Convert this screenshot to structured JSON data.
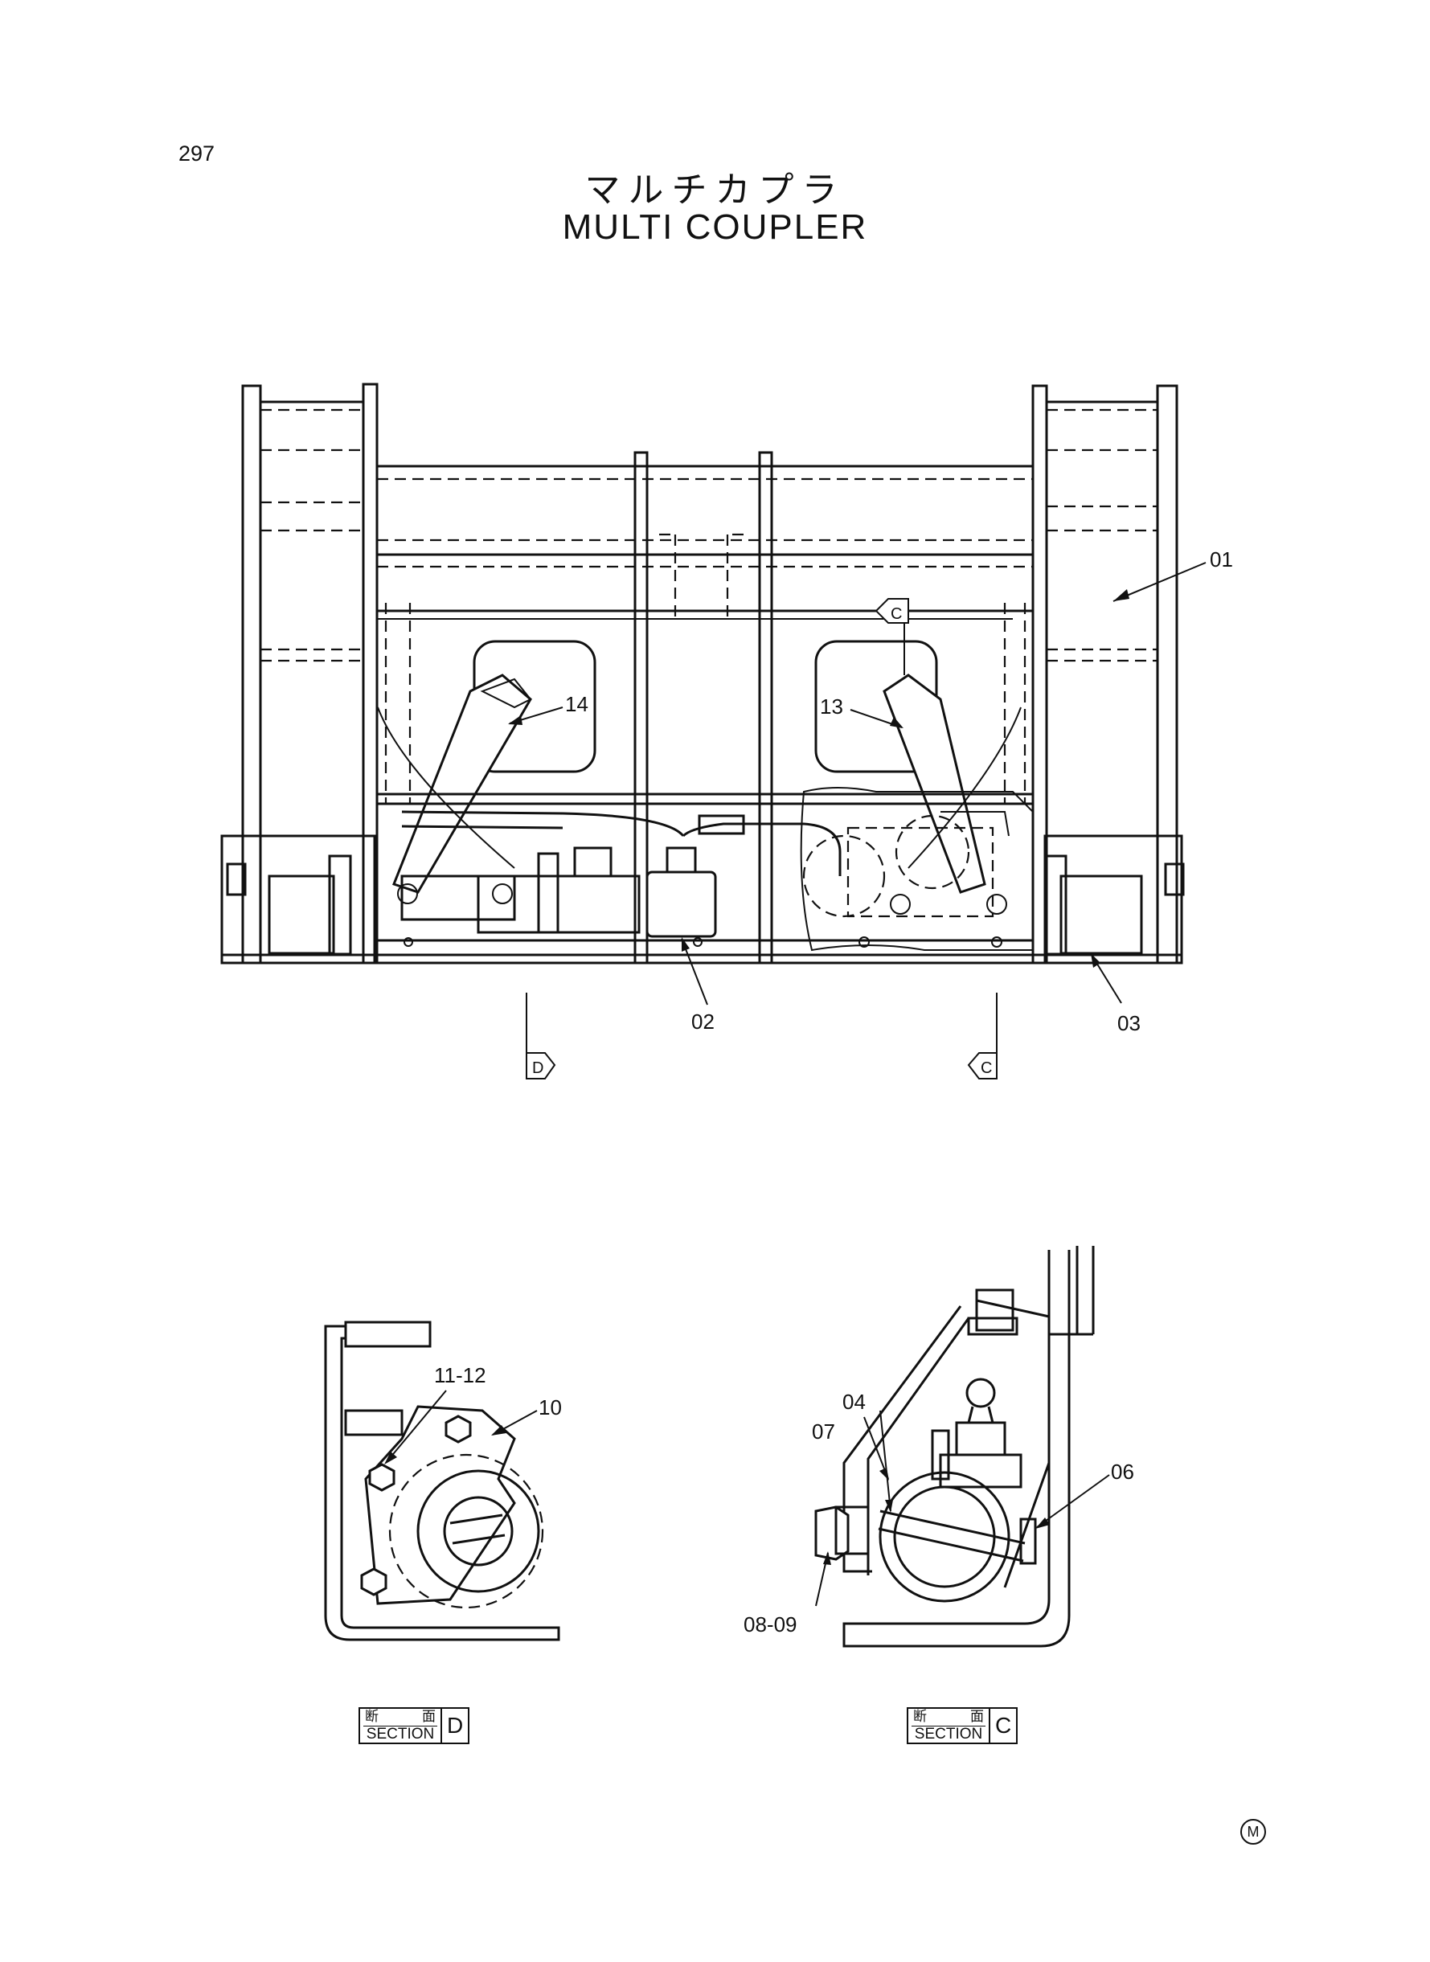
{
  "page_number": "297",
  "title_ja": "マルチカプラ",
  "title_en": "MULTI COUPLER",
  "part_labels": {
    "p01": "01",
    "p02": "02",
    "p03": "03",
    "p13": "13",
    "p14": "14",
    "p10": "10",
    "p11_12": "11-12",
    "p04": "04",
    "p07": "07",
    "p06": "06",
    "p08_09": "08-09"
  },
  "section_markers": {
    "d_arrow": "D",
    "c_arrow_bottom": "C",
    "c_arrow_top": "C"
  },
  "section_d": {
    "ja_left": "断",
    "ja_right": "面",
    "en": "SECTION",
    "letter": "D"
  },
  "section_c": {
    "ja_left": "断",
    "ja_right": "面",
    "en": "SECTION",
    "letter": "C"
  },
  "corner_mark": "M"
}
